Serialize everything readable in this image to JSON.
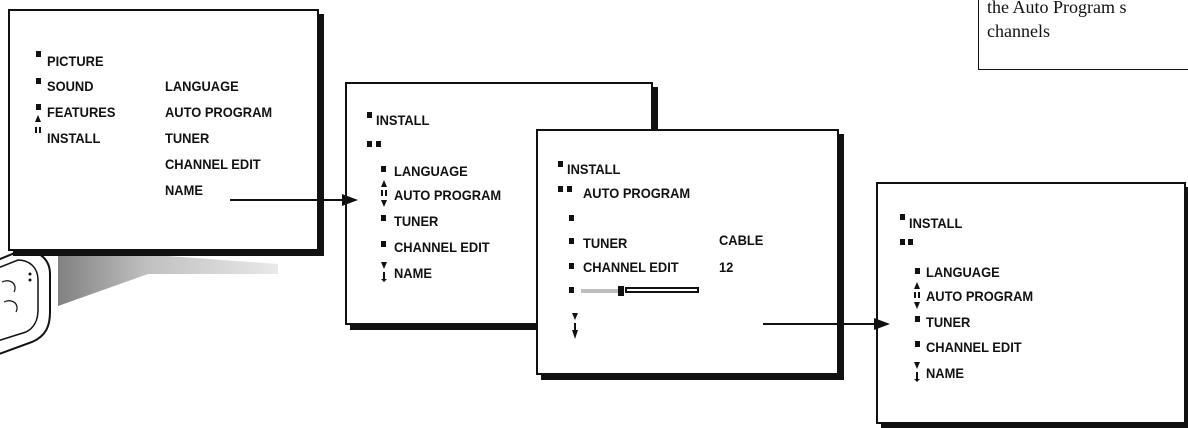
{
  "colors": {
    "ink": "#111111",
    "background": "#ffffff",
    "slider_gray": "#bdbdbd"
  },
  "icons": {
    "menu_bullet": "square-bullet-icon",
    "navigation": "up-down-arrow-icon"
  },
  "note": {
    "line1": "the Auto Program s",
    "line2": "channels"
  },
  "screen1": {
    "main_items": [
      "PICTURE",
      "SOUND",
      "FEATURES",
      "INSTALL"
    ],
    "sub_items": [
      "LANGUAGE",
      "AUTO PROGRAM",
      "TUNER",
      "CHANNEL EDIT",
      "NAME"
    ]
  },
  "screen2": {
    "title": "INSTALL",
    "items": [
      "LANGUAGE",
      "AUTO PROGRAM",
      "TUNER",
      "CHANNEL EDIT",
      "NAME"
    ]
  },
  "screen3": {
    "title": "INSTALL",
    "heading": "AUTO PROGRAM",
    "rows": [
      {
        "label": "TUNER",
        "value": "CABLE"
      },
      {
        "label": "CHANNEL EDIT",
        "value": "12"
      }
    ],
    "progress": 0.35
  },
  "screen4": {
    "title": "INSTALL",
    "items": [
      "LANGUAGE",
      "AUTO PROGRAM",
      "TUNER",
      "CHANNEL EDIT",
      "NAME"
    ]
  }
}
